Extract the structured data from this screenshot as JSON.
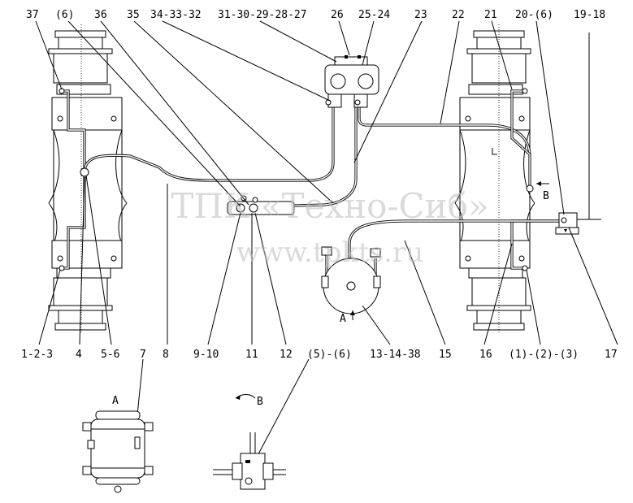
{
  "watermark": {
    "line1": "ТПК «Техно-Сиб»",
    "line2": "www.tpkts.ru"
  },
  "callouts_top": [
    {
      "id": "c37",
      "text": "37"
    },
    {
      "id": "c6",
      "text": "(6)"
    },
    {
      "id": "c36",
      "text": "36"
    },
    {
      "id": "c35",
      "text": "35"
    },
    {
      "id": "c34",
      "text": "34-33-32"
    },
    {
      "id": "c31",
      "text": "31-30-29-28-27"
    },
    {
      "id": "c26",
      "text": "26"
    },
    {
      "id": "c25",
      "text": "25-24"
    },
    {
      "id": "c23",
      "text": "23"
    },
    {
      "id": "c22",
      "text": "22"
    },
    {
      "id": "c21",
      "text": "21"
    },
    {
      "id": "c20",
      "text": "20-(6)"
    },
    {
      "id": "c19",
      "text": "19-18"
    }
  ],
  "callouts_bottom": [
    {
      "id": "c1",
      "text": "1-2-3"
    },
    {
      "id": "c4",
      "text": "4"
    },
    {
      "id": "c5",
      "text": "5-6"
    },
    {
      "id": "c8",
      "text": "8"
    },
    {
      "id": "c9",
      "text": "9-10"
    },
    {
      "id": "c11",
      "text": "11"
    },
    {
      "id": "c12",
      "text": "12"
    },
    {
      "id": "c13",
      "text": "13-14-38"
    },
    {
      "id": "c15",
      "text": "15"
    },
    {
      "id": "c16",
      "text": "16"
    },
    {
      "id": "c1b",
      "text": "(1)-(2)-(3)"
    },
    {
      "id": "c17",
      "text": "17"
    }
  ],
  "callouts_lower": [
    {
      "id": "c7",
      "text": "7"
    },
    {
      "id": "c56",
      "text": "(5)-(6)"
    }
  ],
  "view_labels": {
    "view_a_main": "A",
    "view_b_main": "B",
    "view_a_detail": "A",
    "view_b_detail": "B"
  }
}
